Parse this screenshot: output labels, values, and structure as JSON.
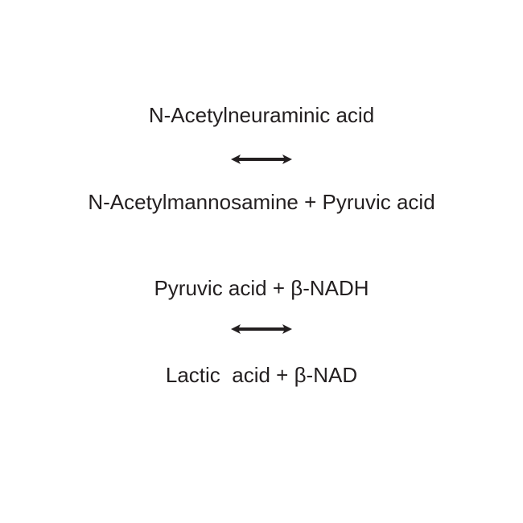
{
  "reactions": [
    {
      "reactants": "N-Acetylneuraminic acid",
      "products": "N-Acetylmannosamine + Pyruvic acid",
      "arrow_icon": "double-headed-arrow"
    },
    {
      "reactants": "Pyruvic acid + β-NADH",
      "products": "Lactic  acid + β-NAD",
      "arrow_icon": "double-headed-arrow"
    }
  ]
}
